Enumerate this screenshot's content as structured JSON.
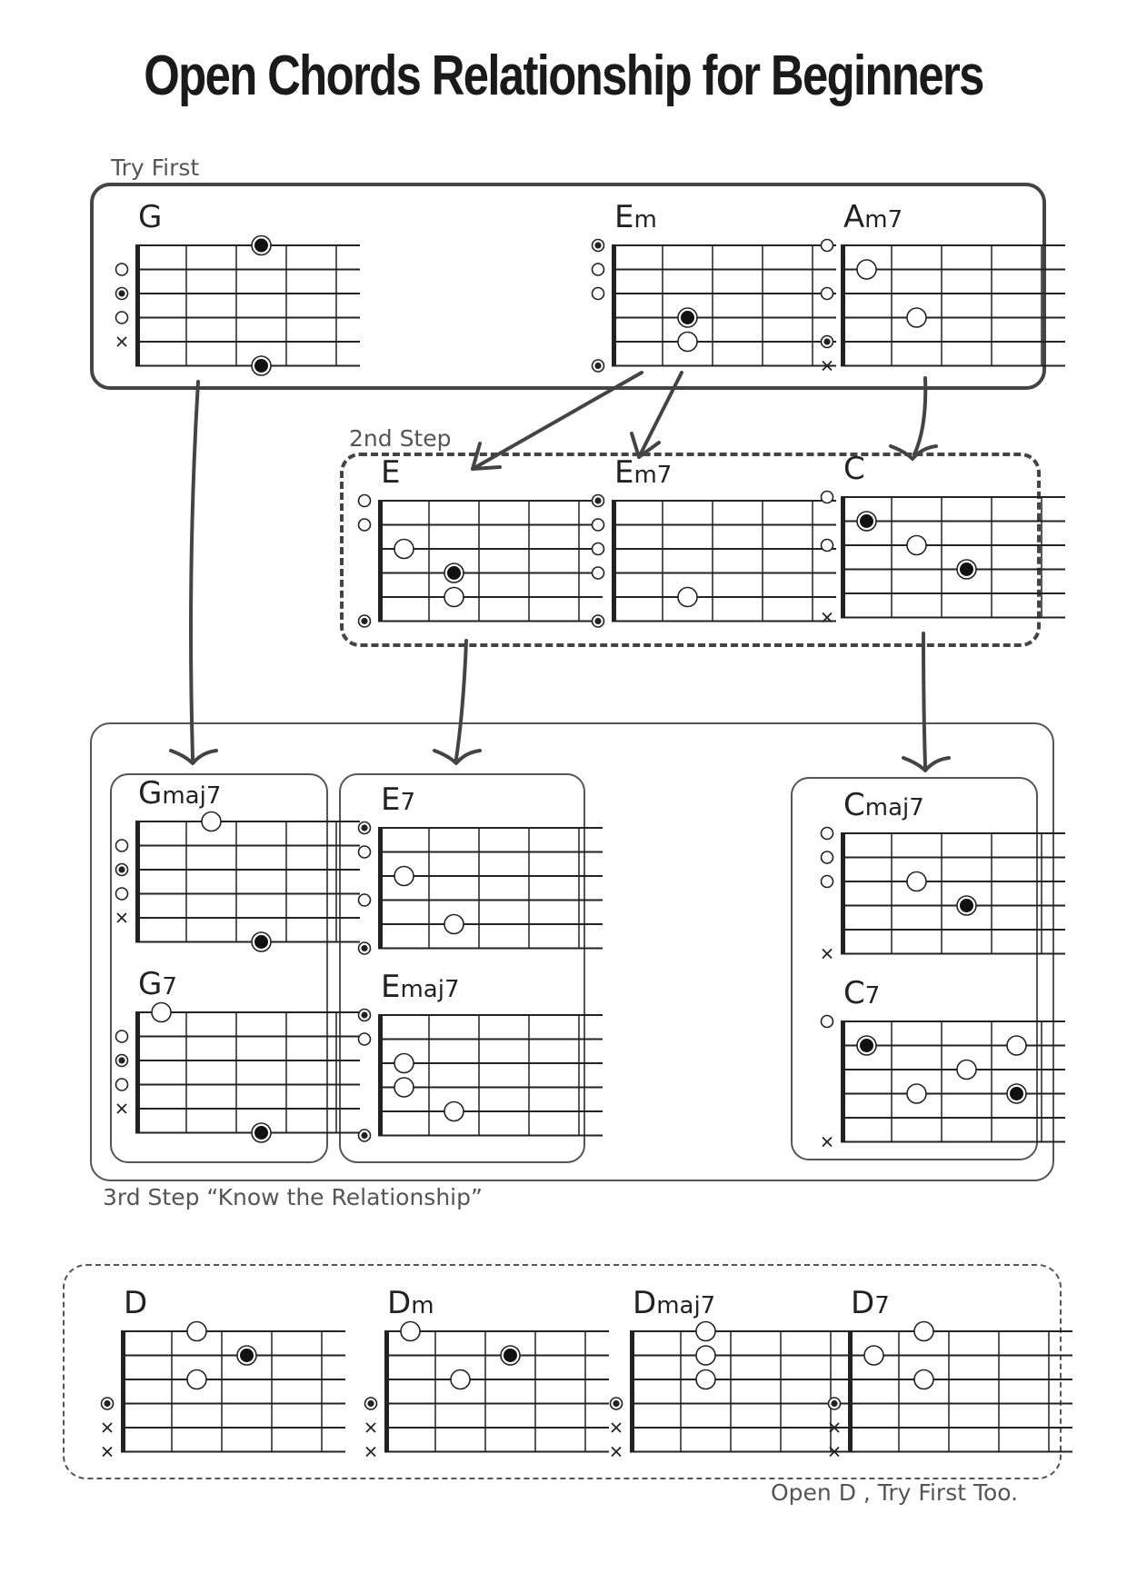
{
  "page": {
    "title": "Open Chords Relationship for Beginners"
  },
  "sections": {
    "try_first": "Try First",
    "step2": "2nd Step",
    "step3": "3rd Step “Know the Relationship”",
    "footnote": "Open D , Try First Too."
  },
  "chords": {
    "G": {
      "root": "G",
      "quality": "",
      "strings": [
        "",
        "o",
        "●",
        "o",
        "×",
        ""
      ],
      "dots": [
        [
          1,
          3,
          "filled"
        ],
        [
          6,
          3,
          "filled"
        ]
      ]
    },
    "Em": {
      "root": "E",
      "quality": "m",
      "strings": [
        "●",
        "o",
        "o",
        "",
        "",
        "●"
      ],
      "dots": [
        [
          4,
          2,
          "filled"
        ],
        [
          5,
          2,
          "open"
        ]
      ]
    },
    "Am7": {
      "root": "A",
      "quality": "m7",
      "strings": [
        "o",
        "",
        "o",
        "",
        "●",
        "×"
      ],
      "dots": [
        [
          2,
          1,
          "open"
        ],
        [
          4,
          2,
          "open"
        ]
      ]
    },
    "E": {
      "root": "E",
      "quality": "",
      "strings": [
        "o",
        "o",
        "",
        "",
        "",
        "●"
      ],
      "dots": [
        [
          3,
          1,
          "open"
        ],
        [
          4,
          2,
          "filled"
        ],
        [
          5,
          2,
          "open"
        ]
      ]
    },
    "Em7": {
      "root": "E",
      "quality": "m7",
      "strings": [
        "●",
        "o",
        "o",
        "o",
        "",
        "●"
      ],
      "dots": [
        [
          5,
          2,
          "open"
        ]
      ]
    },
    "C": {
      "root": "C",
      "quality": "",
      "strings": [
        "o",
        "",
        "o",
        "",
        "",
        "×"
      ],
      "dots": [
        [
          2,
          1,
          "filled"
        ],
        [
          3,
          2,
          "open"
        ],
        [
          4,
          3,
          "filled"
        ]
      ]
    },
    "Gmaj7": {
      "root": "G",
      "quality": "maj7",
      "strings": [
        "",
        "o",
        "●",
        "o",
        "×",
        ""
      ],
      "dots": [
        [
          1,
          2,
          "open"
        ],
        [
          6,
          3,
          "filled"
        ]
      ]
    },
    "G7": {
      "root": "G",
      "quality": "7",
      "strings": [
        "",
        "o",
        "●",
        "o",
        "×",
        ""
      ],
      "dots": [
        [
          1,
          1,
          "open"
        ],
        [
          6,
          3,
          "filled"
        ]
      ]
    },
    "E7": {
      "root": "E",
      "quality": "7",
      "strings": [
        "●",
        "o",
        "",
        "o",
        "",
        "●"
      ],
      "dots": [
        [
          3,
          1,
          "open"
        ],
        [
          5,
          2,
          "open"
        ]
      ]
    },
    "Emaj7": {
      "root": "E",
      "quality": "maj7",
      "strings": [
        "●",
        "o",
        "",
        "",
        "",
        "●"
      ],
      "dots": [
        [
          3,
          1,
          "open"
        ],
        [
          4,
          1,
          "open"
        ],
        [
          5,
          2,
          "open"
        ]
      ]
    },
    "Cmaj7": {
      "root": "C",
      "quality": "maj7",
      "strings": [
        "o",
        "o",
        "o",
        "",
        "",
        "×"
      ],
      "dots": [
        [
          3,
          2,
          "open"
        ],
        [
          4,
          3,
          "filled"
        ]
      ]
    },
    "C7": {
      "root": "C",
      "quality": "7",
      "strings": [
        "o",
        "",
        "",
        "",
        "",
        "×"
      ],
      "dots": [
        [
          2,
          1,
          "filled"
        ],
        [
          2,
          4,
          "open"
        ],
        [
          3,
          3,
          "open"
        ],
        [
          4,
          2,
          "open"
        ],
        [
          4,
          4,
          "filled"
        ]
      ]
    },
    "D": {
      "root": "D",
      "quality": "",
      "strings": [
        "",
        "",
        "",
        "●",
        "×",
        "×"
      ],
      "dots": [
        [
          1,
          2,
          "open"
        ],
        [
          2,
          3,
          "filled"
        ],
        [
          3,
          2,
          "open"
        ]
      ]
    },
    "Dm": {
      "root": "D",
      "quality": "m",
      "strings": [
        "",
        "",
        "",
        "●",
        "×",
        "×"
      ],
      "dots": [
        [
          1,
          1,
          "open"
        ],
        [
          2,
          3,
          "filled"
        ],
        [
          3,
          2,
          "open"
        ]
      ]
    },
    "Dmaj7": {
      "root": "D",
      "quality": "maj7",
      "strings": [
        "",
        "",
        "",
        "●",
        "×",
        "×"
      ],
      "dots": [
        [
          1,
          2,
          "open"
        ],
        [
          2,
          2,
          "open"
        ],
        [
          3,
          2,
          "open"
        ]
      ]
    },
    "D7": {
      "root": "D",
      "quality": "7",
      "strings": [
        "",
        "",
        "",
        "●",
        "×",
        "×"
      ],
      "dots": [
        [
          1,
          2,
          "open"
        ],
        [
          2,
          1,
          "open"
        ],
        [
          3,
          2,
          "open"
        ]
      ]
    }
  }
}
